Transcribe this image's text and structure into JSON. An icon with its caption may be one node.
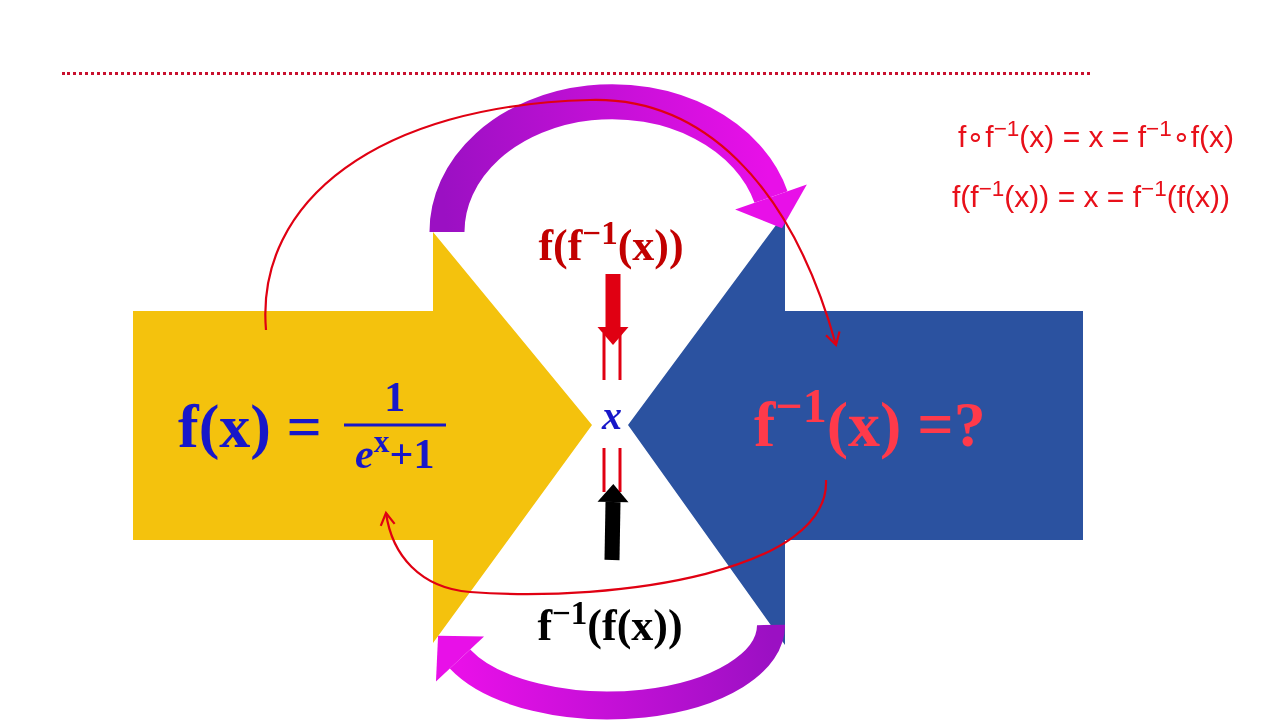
{
  "diagram": {
    "nodes": [
      {
        "text": [
          "f(f$^{−1}$(x))"
        ]
      },
      {
        "text": [
          "f(x) =",
          "1",
          "*e*$^{x}$+1"
        ]
      },
      {
        "text": [
          "x"
        ]
      },
      {
        "text": [
          "f$^{−1}$(x) =?"
        ]
      },
      {
        "text": [
          "f$^{−1}$(f(x))"
        ]
      }
    ],
    "edges": [
      {
        "from": 1,
        "to": 3,
        "arrow": "to",
        "style": "thick",
        "color": "#e810e8"
      },
      {
        "from": 3,
        "to": 1,
        "arrow": "to",
        "style": "thick",
        "color": "#e810e8"
      },
      {
        "from": 1,
        "to": 3,
        "arrow": "to",
        "color": "#e00012"
      },
      {
        "from": 3,
        "to": 1,
        "arrow": "to",
        "color": "#e00012"
      },
      {
        "from": 0,
        "to": 2,
        "arrow": "to",
        "style": "thick",
        "color": "#e00012"
      },
      {
        "from": 4,
        "to": 2,
        "arrow": "to",
        "style": "thick",
        "color": "#000000"
      }
    ],
    "labels": [
      "f∘f$^{−1}$(x) = x = f$^{−1}$∘f(x)",
      "f(f$^{−1}$(x)) = x = f$^{−1}$(f(x))"
    ]
  }
}
